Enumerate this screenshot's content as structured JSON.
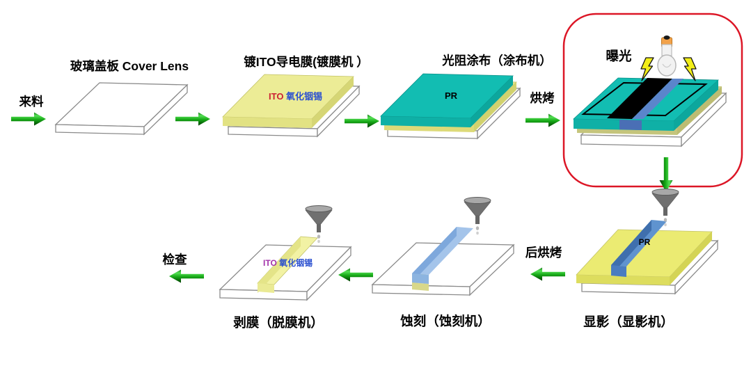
{
  "diagram": {
    "top_row": {
      "incoming_label": "来料",
      "cover_lens_label": "玻璃盖板 Cover Lens",
      "ito_station_label": "镀ITO导电膜(镀膜机 ）",
      "ito_layer_en": "ITO ",
      "ito_layer_cn": "氧化铟锡",
      "pr_coat_label": "光阻涂布（涂布机）",
      "pr_text": "PR",
      "bake_label": "烘烤",
      "exposure_label": "曝光"
    },
    "bottom_row": {
      "develop_label": "显影（显影机）",
      "develop_pr_text": "PR",
      "post_bake_label": "后烘烤",
      "etch_label": "蚀刻（蚀刻机）",
      "strip_label": "剥膜（脱膜机）",
      "strip_layer_en": "ITO ",
      "strip_layer_cn": "氧化铟锡",
      "inspect_label": "检查"
    },
    "colors": {
      "teal": "#12bdb2",
      "teal_front": "#0fb0a6",
      "teal_side": "#0da79d",
      "ito_yellow": "#ecec96",
      "bright_yellow": "#ebeb72",
      "khaki": "#cdcd86",
      "bar_blue": "#5f93cf",
      "bar_blue_light": "#a4c4ea",
      "stripe_blue": "#5b85cb",
      "highlight_red": "#dc1626",
      "pr_purple": "#993399",
      "pr_red": "#cc3344",
      "ito_red": "#cc2233",
      "ito_purple": "#a333aa",
      "cn_blue": "#2b50d0",
      "bolt_yellow": "#f2ee18",
      "bulb_cap_orange": "#f2a24a"
    }
  }
}
